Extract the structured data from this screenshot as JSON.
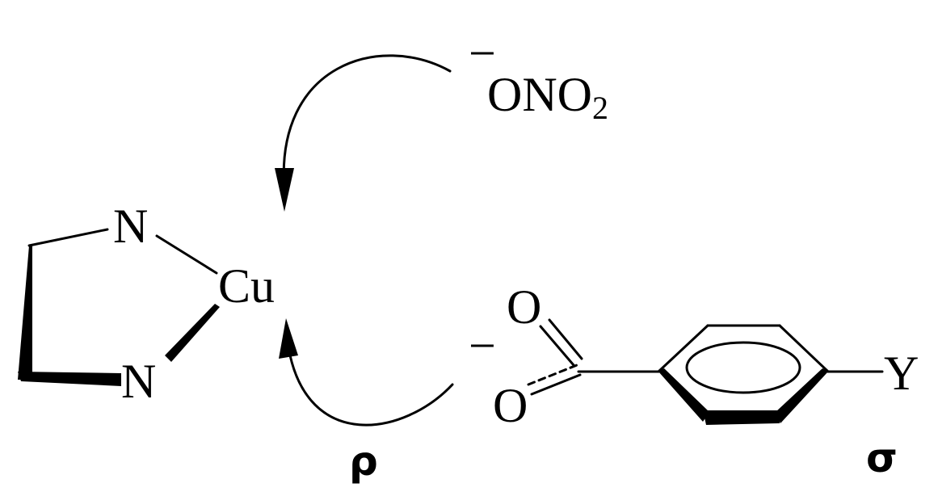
{
  "atoms": {
    "n_top": "N",
    "n_bottom": "N",
    "copper": "Cu",
    "o_top": "O",
    "o_bottom": "O",
    "substituent": "Y"
  },
  "nitrate": {
    "charge": "−",
    "formula": "ONO",
    "subscript": "2"
  },
  "benzoate": {
    "charge": "−"
  },
  "parameters": {
    "rho": "ρ",
    "sigma": "σ"
  }
}
